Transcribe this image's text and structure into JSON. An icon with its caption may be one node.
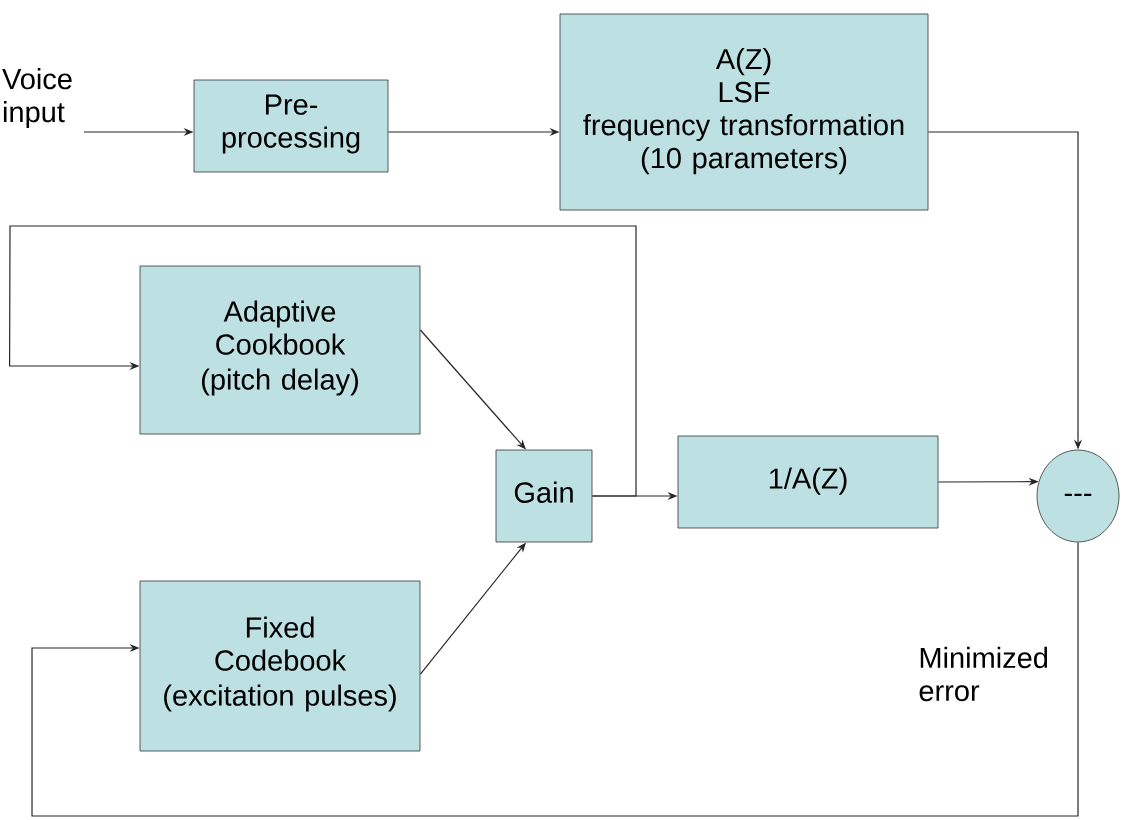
{
  "diagram": {
    "nodes": [
      {
        "text": [
          "Voice input"
        ]
      },
      {
        "text": [
          "Pre-processing"
        ]
      },
      {
        "text": [
          "A(Z)",
          "LSF",
          "frequency transformation",
          "(10 parameters)"
        ]
      },
      {
        "text": [
          "Adaptive Cookbook",
          "(pitch delay)"
        ]
      },
      {
        "text": [
          "Gain"
        ]
      },
      {
        "text": [
          "1/A(Z)"
        ]
      },
      {
        "text": [
          "---"
        ]
      },
      {
        "text": [
          "Fixed Codebook",
          "(excitation pulses)"
        ]
      }
    ],
    "edges": [
      {
        "from": 0,
        "to": 1,
        "arrow": "to"
      },
      {
        "from": 1,
        "to": 2,
        "arrow": "to"
      },
      {
        "from": 2,
        "to": 6,
        "arrow": "to"
      },
      {
        "from": 3,
        "to": 4,
        "arrow": "to"
      },
      {
        "from": 7,
        "to": 4,
        "arrow": "to"
      },
      {
        "from": 4,
        "to": 5,
        "arrow": "to"
      },
      {
        "from": 4,
        "to": 3,
        "arrow": "to"
      },
      {
        "from": 5,
        "to": 6,
        "arrow": "to"
      },
      {
        "from": 6,
        "to": 7,
        "arrow": "to"
      }
    ],
    "labels": [
      "Minimized error"
    ]
  }
}
